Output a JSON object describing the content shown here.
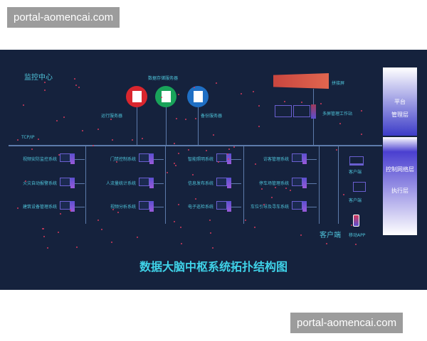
{
  "watermark": "portal-aomencai.com",
  "title": "数据大脑中枢系统拓扑结构图",
  "monitor_center": "监控中心",
  "tcpip": "TCP/IP",
  "servers": {
    "storage": "数据存储服务器",
    "run": "运行服务器",
    "backup": "备份服务器"
  },
  "splice": "拼接屏",
  "workstation": "多屏管理工作站",
  "col1": [
    "视频安防监控系统",
    "火灾自动报警系统",
    "建筑设备管理系统"
  ],
  "col2": [
    "门禁控制系统",
    "人流量统计系统",
    "视频分析系统"
  ],
  "col3": [
    "智能照明系统",
    "信息发布系统",
    "电子巡检系统"
  ],
  "col4": [
    "访客管理系统",
    "停车场管理系统",
    "车位引导及寻车系统"
  ],
  "clients": {
    "laptop": "客户端",
    "desktop": "客户端",
    "mobile": "移动APP",
    "group": "客户端"
  },
  "layers": {
    "platform1": "平台",
    "platform2": "管理层",
    "network": "控制网络层",
    "exec": "执行层"
  },
  "colors": {
    "bg": "#15223d",
    "text": "#4fc3d9",
    "red": "#d9262e",
    "green": "#19a35a",
    "blue": "#1f6fc4"
  }
}
